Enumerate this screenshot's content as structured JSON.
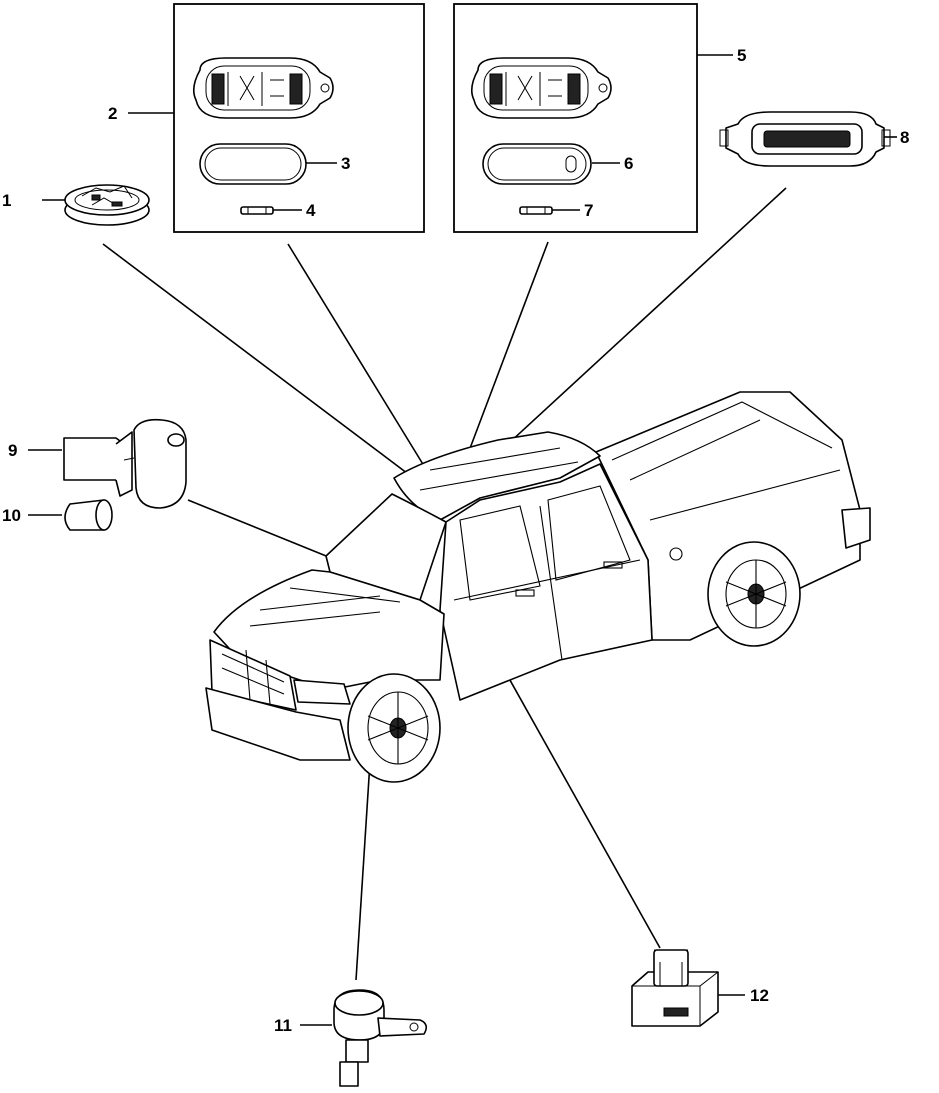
{
  "diagram": {
    "callouts": [
      "1",
      "2",
      "3",
      "4",
      "5",
      "6",
      "7",
      "8",
      "9",
      "10",
      "11",
      "12"
    ],
    "parts": [
      {
        "id": "1",
        "icon": "dome-lamp-round-icon"
      },
      {
        "id": "2",
        "icon": "dome-lamp-housing-icon"
      },
      {
        "id": "3",
        "icon": "dome-lamp-lens-icon"
      },
      {
        "id": "4",
        "icon": "festoon-bulb-icon"
      },
      {
        "id": "5",
        "icon": "map-lamp-housing-icon"
      },
      {
        "id": "6",
        "icon": "map-lamp-lens-icon"
      },
      {
        "id": "7",
        "icon": "festoon-bulb-icon"
      },
      {
        "id": "8",
        "icon": "cargo-lamp-icon"
      },
      {
        "id": "9",
        "icon": "lamp-socket-icon"
      },
      {
        "id": "10",
        "icon": "wedge-bulb-icon"
      },
      {
        "id": "11",
        "icon": "sensor-icon"
      },
      {
        "id": "12",
        "icon": "switch-module-icon"
      }
    ],
    "illustration": "pickup-truck-icon"
  }
}
